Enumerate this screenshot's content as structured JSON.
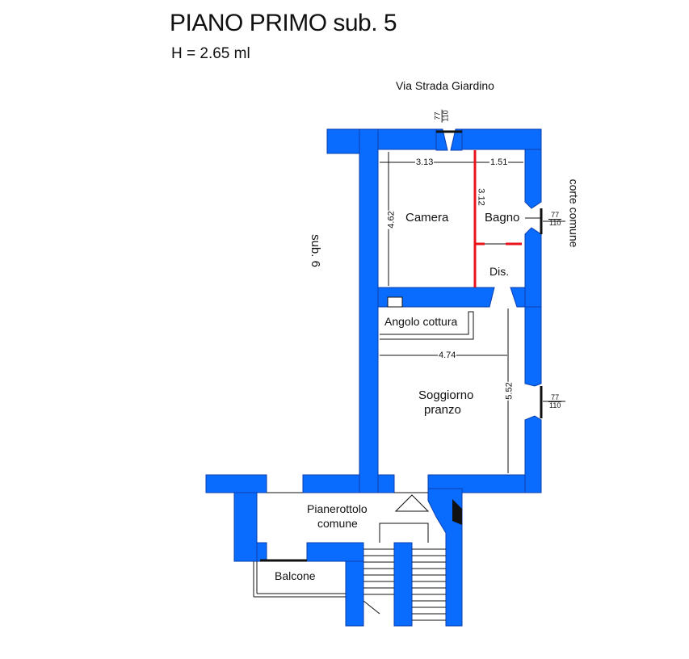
{
  "header": {
    "title": "PIANO PRIMO sub. 5",
    "height_note": "H = 2.65 ml"
  },
  "labels": {
    "street": "Via Strada Giardino",
    "courtyard": "corte comune",
    "neighbor": "sub. 6"
  },
  "rooms": {
    "camera": "Camera",
    "bagno": "Bagno",
    "dis": "Dis.",
    "angolo": "Angolo cottura",
    "soggiorno_1": "Soggiorno",
    "soggiorno_2": "pranzo",
    "pianerottolo_1": "Pianerottolo",
    "pianerottolo_2": "comune",
    "balcone": "Balcone"
  },
  "dimensions": {
    "d313": "3.13",
    "d151": "1.51",
    "d462": "4.62",
    "d312": "3.12",
    "d474": "4.74",
    "d552": "5.52"
  },
  "windows": {
    "top": {
      "width": "77",
      "height": "110"
    },
    "bagno": {
      "width": "77",
      "height": "110"
    },
    "soggiorno": {
      "width": "77",
      "height": "110"
    }
  },
  "colors": {
    "wall": "#0a6cff",
    "wall_edge": "#0b3fae",
    "new_partition": "#e8141c",
    "line": "#111111"
  }
}
